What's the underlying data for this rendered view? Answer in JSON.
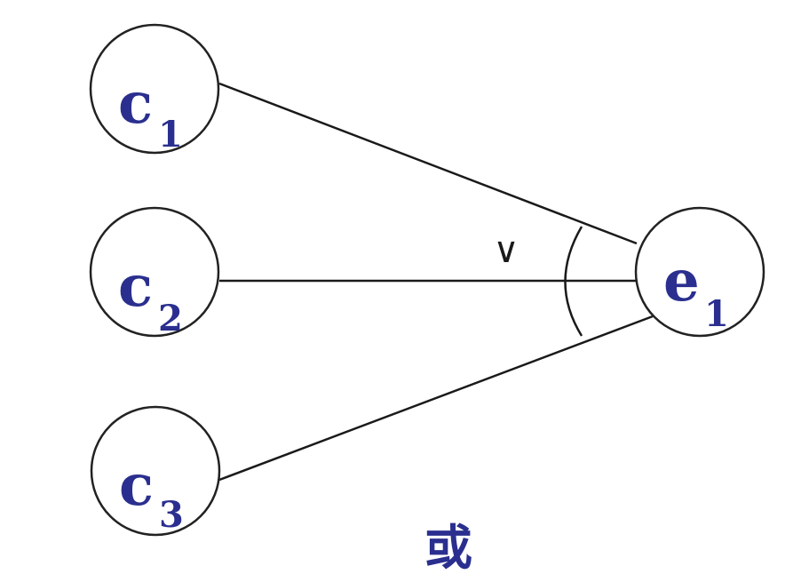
{
  "colors": {
    "label": "#2a2f8f",
    "line": "#1a1a1a"
  },
  "nodes": {
    "c1": {
      "main": "c",
      "sub": "1"
    },
    "c2": {
      "main": "c",
      "sub": "2"
    },
    "c3": {
      "main": "c",
      "sub": "3"
    },
    "e1": {
      "main": "e",
      "sub": "1"
    }
  },
  "operator": {
    "symbol": "∨"
  },
  "caption": "或"
}
